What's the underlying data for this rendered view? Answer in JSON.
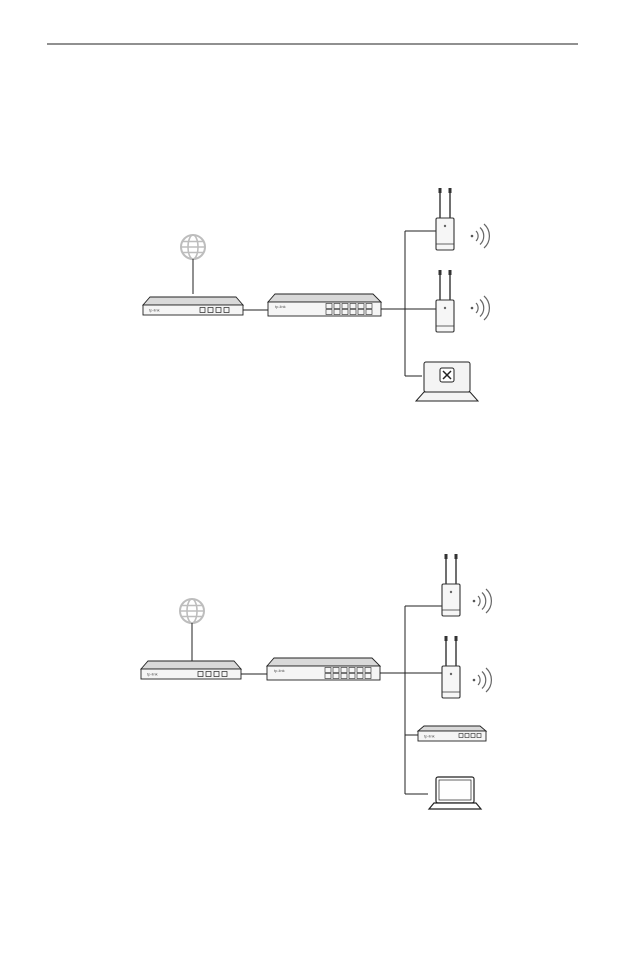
{
  "page": {
    "background": "#ffffff",
    "line_color": "#222222",
    "device_fill": "#f4f4f4",
    "device_top_fill": "#d8d8d8",
    "globe_color": "#bbbbbb",
    "wifi_color": "#555555"
  },
  "devices": {
    "brand_label": "tp-link"
  },
  "diagram_top": {
    "nodes": [
      "internet-globe-icon",
      "gateway-router",
      "poe-switch",
      "access-point-1",
      "access-point-2",
      "controller-laptop"
    ]
  },
  "diagram_bottom": {
    "nodes": [
      "internet-globe-icon",
      "gateway-router",
      "poe-switch",
      "access-point-1",
      "access-point-2",
      "hardware-controller",
      "management-laptop"
    ]
  }
}
